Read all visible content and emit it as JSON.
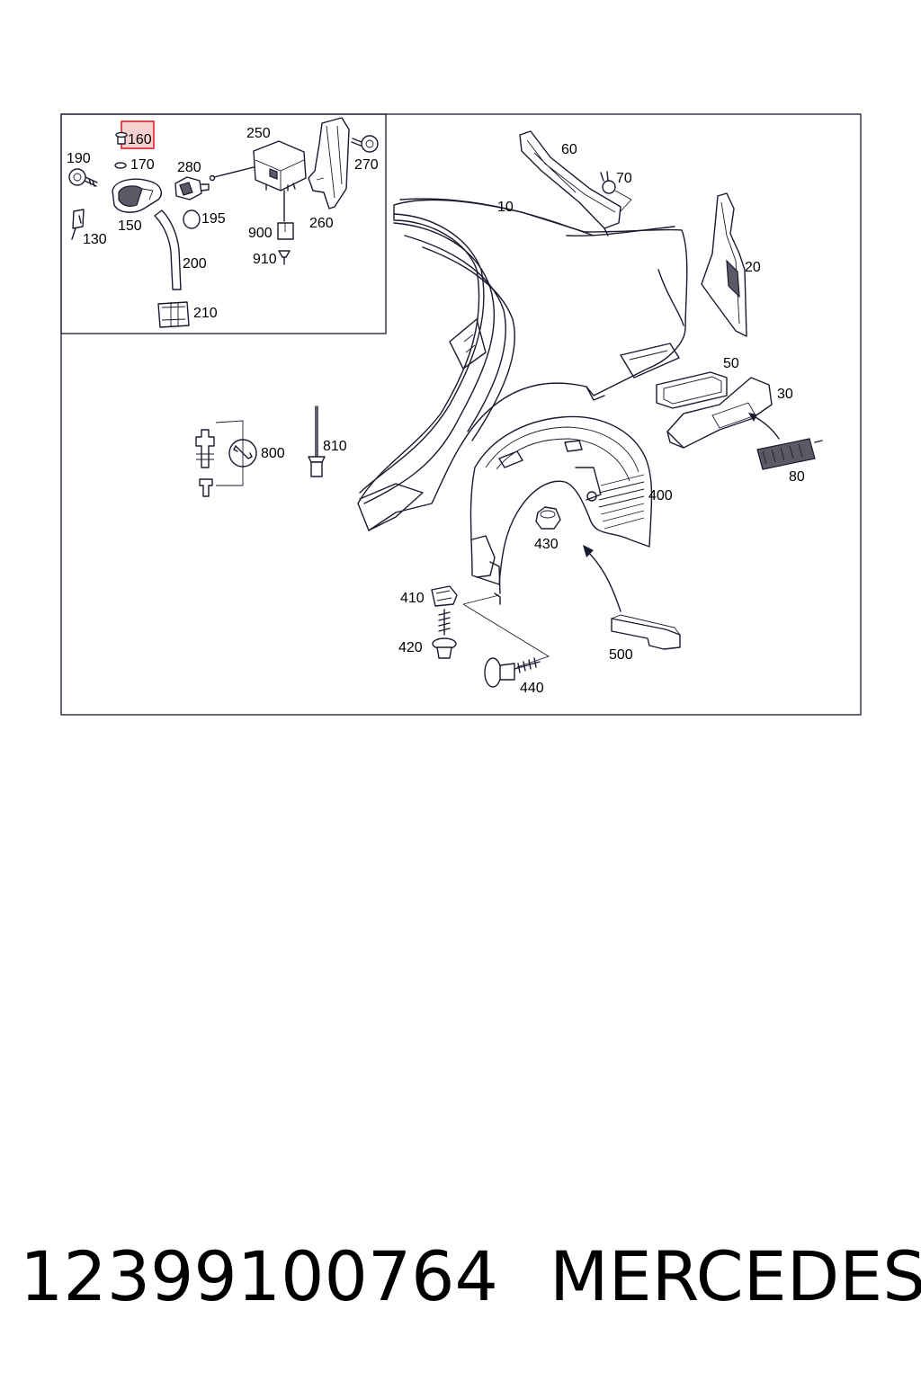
{
  "labels": {
    "p10": "10",
    "p20": "20",
    "p30": "30",
    "p50": "50",
    "p60": "60",
    "p70": "70",
    "p80": "80",
    "p130": "130",
    "p150": "150",
    "p160": "160",
    "p170": "170",
    "p190": "190",
    "p195": "195",
    "p200": "200",
    "p210": "210",
    "p250": "250",
    "p260": "260",
    "p270": "270",
    "p280": "280",
    "p400": "400",
    "p410": "410",
    "p420": "420",
    "p430": "430",
    "p440": "440",
    "p500": "500",
    "p800": "800",
    "p810": "810",
    "p900": "900",
    "p910": "910"
  },
  "highlighted_part": "160",
  "colors": {
    "frame": "#1a1a2e",
    "highlight": "#e0202a",
    "highlight_fill": "#f7d0d0"
  },
  "footer": {
    "part_number": "12399100764",
    "brand": "MERCEDES"
  }
}
